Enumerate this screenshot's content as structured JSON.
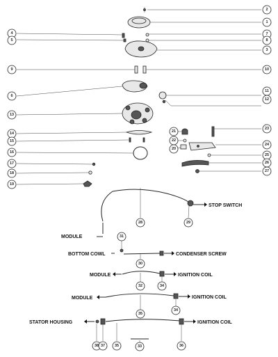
{
  "callouts": [
    "1",
    "2",
    "3",
    "4",
    "5",
    "6",
    "7",
    "8",
    "9",
    "10",
    "11",
    "12",
    "13",
    "14",
    "15",
    "16",
    "17",
    "18",
    "19",
    "20",
    "21",
    "22",
    "23",
    "24",
    "25",
    "26",
    "27",
    "28",
    "29",
    "30",
    "31",
    "32",
    "33",
    "34",
    "35",
    "36",
    "37",
    "38"
  ],
  "labels": {
    "stop_switch": "STOP SWITCH",
    "module_1": "MODULE",
    "bottom_cowl": "BOTTOM COWL",
    "condenser_screw": "CONDENSER SCREW",
    "module_2": "MODULE",
    "ignition_coil_1": "IGNITION COIL",
    "module_3": "MODULE",
    "ignition_coil_2": "IGNITION COIL",
    "stator_housing": "STATOR HOUSING",
    "ignition_coil_3": "IGNITION COIL"
  },
  "displayed_numbers": {
    "c30": "30",
    "c32": "32",
    "c34a": "34",
    "c35a": "35",
    "c34b": "34",
    "c35b": "35",
    "c36": "36",
    "c37": "37",
    "c38": "38"
  }
}
